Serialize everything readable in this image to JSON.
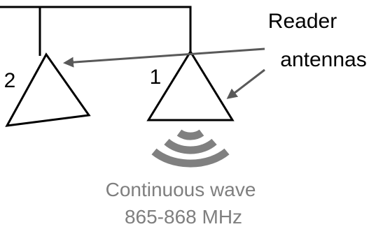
{
  "labels": {
    "reader_line1": "Reader",
    "reader_line2": "antennas",
    "antenna_2": "2",
    "antenna_1": "1",
    "wave_line1": "Continuous wave",
    "wave_line2": "865-868 MHz"
  },
  "colors": {
    "stroke": "#000000",
    "arrow": "#595959",
    "wave": "#808080",
    "wave_text": "#7f7f7f"
  }
}
